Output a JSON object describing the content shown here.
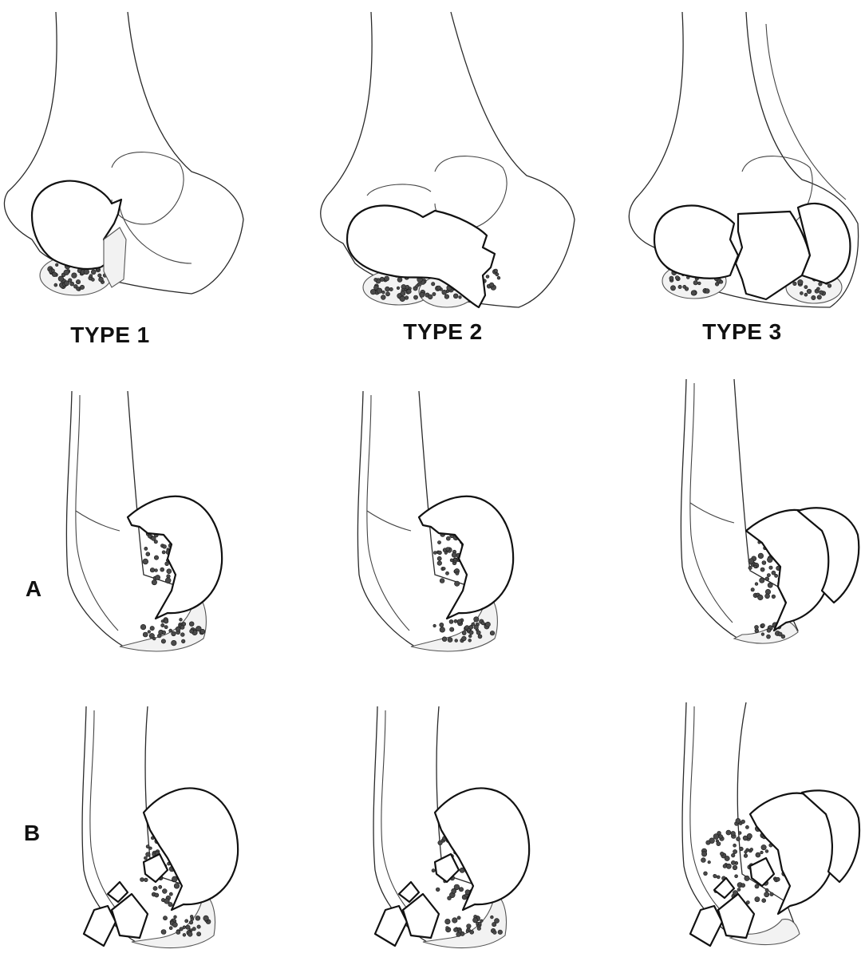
{
  "labels": {
    "type_1": "TYPE 1",
    "type_2": "TYPE 2",
    "type_3": "TYPE 3",
    "row_a": "A",
    "row_b": "B"
  },
  "colors": {
    "line": "#111111",
    "bone_fill": "#ffffff",
    "cancellous_dot": "#4a4a4a"
  }
}
